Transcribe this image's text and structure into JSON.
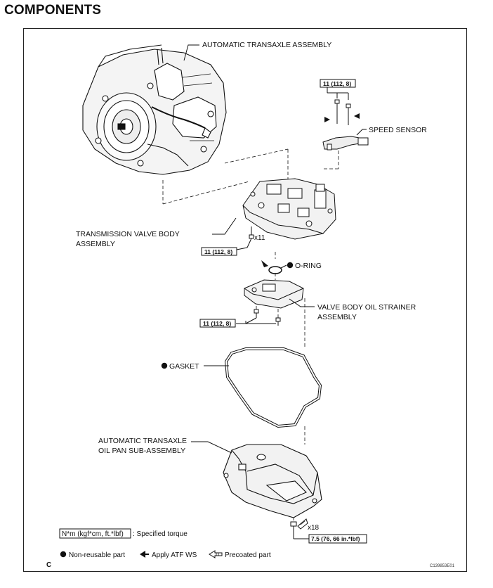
{
  "page": {
    "title": "COMPONENTS"
  },
  "labels": {
    "transaxle": "AUTOMATIC TRANSAXLE ASSEMBLY",
    "speed_sensor": "SPEED SENSOR",
    "valve_body_l1": "TRANSMISSION VALVE BODY",
    "valve_body_l2": "ASSEMBLY",
    "o_ring": "O-RING",
    "strainer_l1": "VALVE BODY OIL STRAINER",
    "strainer_l2": "ASSEMBLY",
    "gasket": "GASKET",
    "oil_pan_l1": "AUTOMATIC TRANSAXLE",
    "oil_pan_l2": "OIL PAN SUB-ASSEMBLY"
  },
  "torques": {
    "speed_sensor": "11 (112, 8)",
    "valve_body": "11 (112, 8)",
    "strainer": "11 (112, 8)",
    "oil_pan": "7.5 (76, 66 in.*lbf)"
  },
  "quantities": {
    "valve_body_bolts": "x11",
    "oil_pan_bolts": "x18"
  },
  "legend": {
    "torque_unit": "N*m (kgf*cm, ft.*lbf)",
    "torque_desc": ": Specified torque",
    "non_reusable": "Non-reusable part",
    "apply_atf": "Apply ATF WS",
    "precoated": "Precoated part"
  },
  "footer": {
    "corner_letter": "C",
    "figure_id": "C139853E01"
  }
}
